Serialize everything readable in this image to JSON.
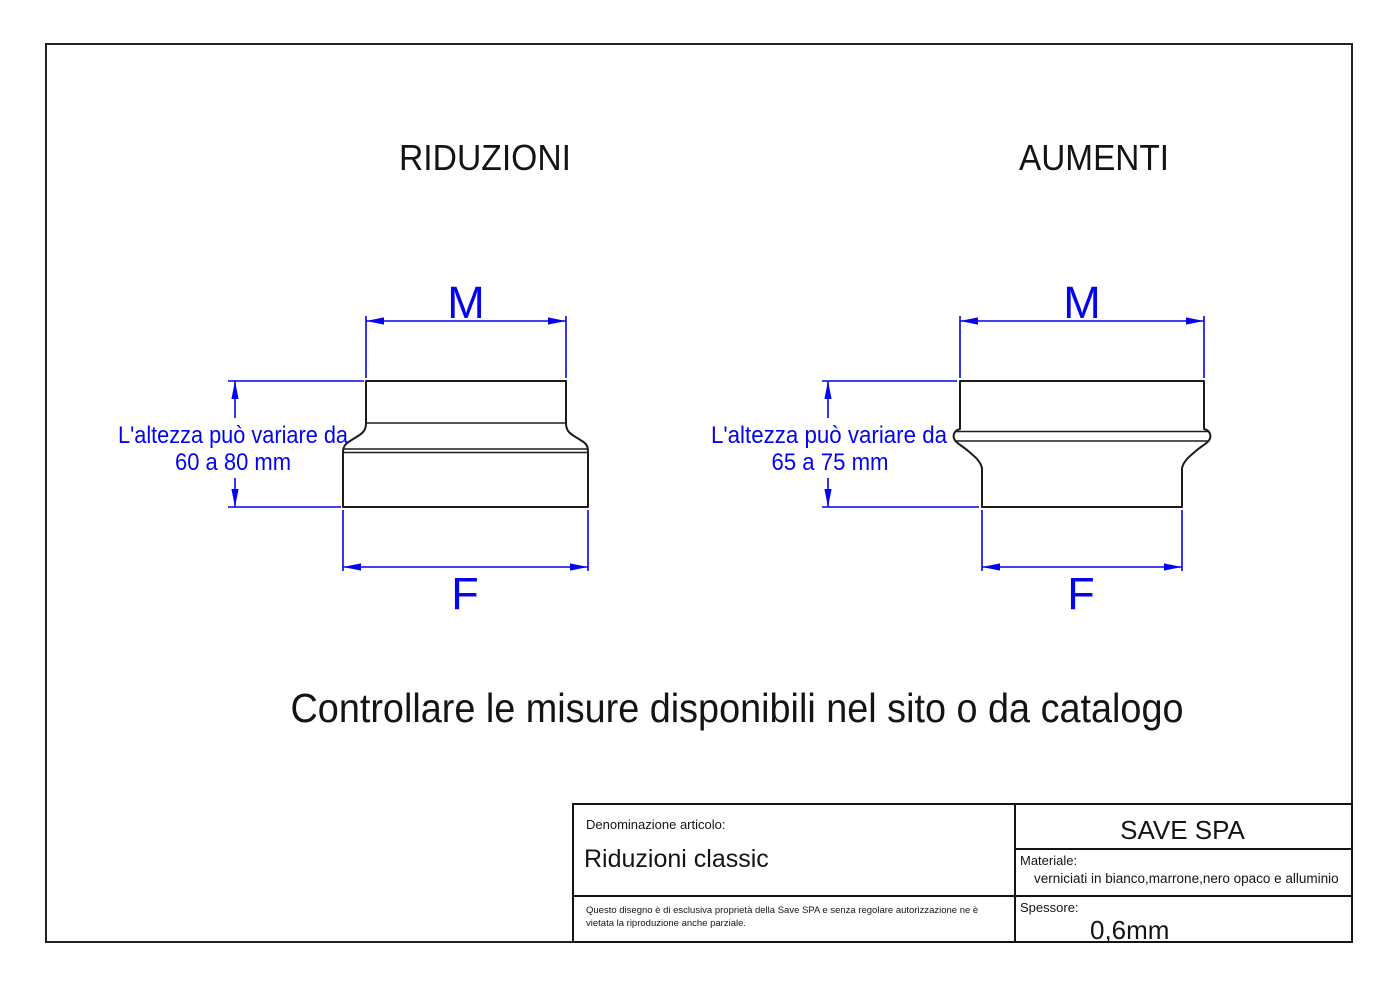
{
  "colors": {
    "line": "#1c1c1c",
    "dimension": "#0404ee"
  },
  "sections": {
    "left_view": {
      "title": "RIDUZIONI",
      "dim_top_label": "M",
      "dim_bottom_label": "F",
      "height_note_line1": "L'altezza può variare da",
      "height_note_line2": "60 a 80 mm"
    },
    "right_view": {
      "title": "AUMENTI",
      "dim_top_label": "M",
      "dim_bottom_label": "F",
      "height_note_line1": "L'altezza può variare da",
      "height_note_line2": "65 a 75 mm"
    },
    "notice": "Controllare le misure disponibili nel sito o da catalogo"
  },
  "title_block": {
    "denomination_label": "Denominazione articolo:",
    "denomination_value": "Riduzioni classic",
    "company": "SAVE SPA",
    "material_label": "Materiale:",
    "material_value": "verniciati in bianco,marrone,nero opaco e alluminio",
    "thickness_label": "Spessore:",
    "thickness_value": "0,6mm",
    "disclaimer": "Questo disegno è di esclusiva proprietà della Save SPA e senza regolare autorizzazione ne è vietata la riproduzione anche parziale."
  }
}
